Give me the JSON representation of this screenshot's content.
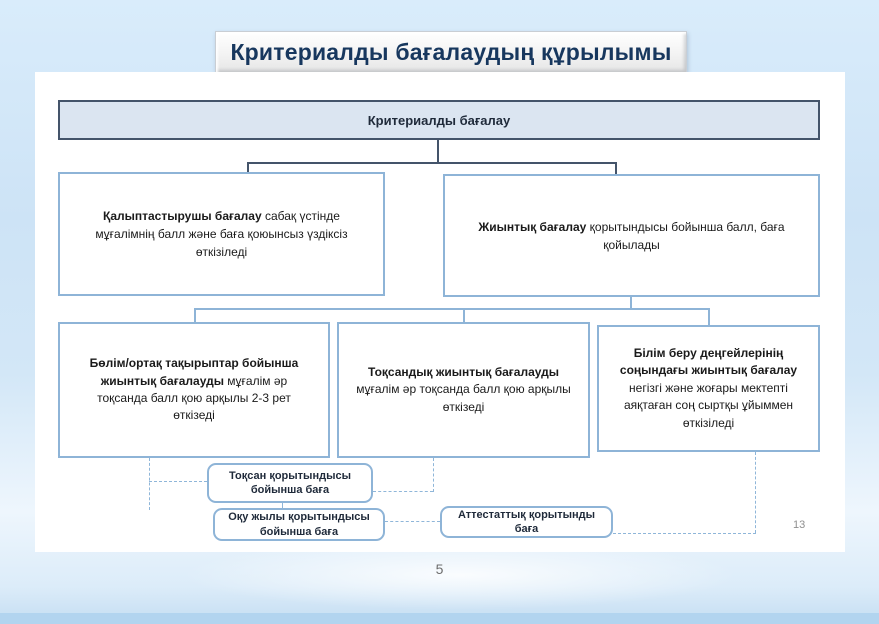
{
  "title": "Критериалды бағалаудың құрылымы",
  "page_number": "5",
  "slide_footnote_number": "13",
  "colors": {
    "background": "#cde3f6",
    "panel": "#ffffff",
    "root_fill": "#dbe5f1",
    "dark_border": "#44546a",
    "accent_border": "#8eb4d7",
    "title_text": "#17375e"
  },
  "diagram": {
    "root": {
      "label": "Критериалды бағалау"
    },
    "level2": [
      {
        "bold": "Қалыптастырушы бағалау",
        "rest": "сабақ үстінде мұғалімнің балл және баға қоюынсыз үздіксіз өткізіледі"
      },
      {
        "bold": "Жиынтық бағалау",
        "rest": "қорытындысы бойынша балл, баға қойылады"
      }
    ],
    "level3": [
      {
        "bold": "Бөлім/ортақ тақырыптар бойынша жиынтық бағалауды",
        "rest": "мұғалім әр тоқсанда балл қою арқылы 2-3 рет өткізеді"
      },
      {
        "bold": "Тоқсандық жиынтық бағалауды",
        "rest": "мұғалім әр тоқсанда балл қою арқылы өткізеді"
      },
      {
        "bold": "Білім беру деңгейлерінің соңындағы жиынтық бағалау",
        "rest": "негізгі және жоғары мектепті аяқтаған соң сыртқы ұйыммен өткізіледі"
      }
    ],
    "outcomes": [
      {
        "label": "Тоқсан қорытындысы бойынша баға"
      },
      {
        "label": "Оқу жылы қорытындысы бойынша баға"
      },
      {
        "label": "Аттестаттық қорытынды баға"
      }
    ]
  }
}
